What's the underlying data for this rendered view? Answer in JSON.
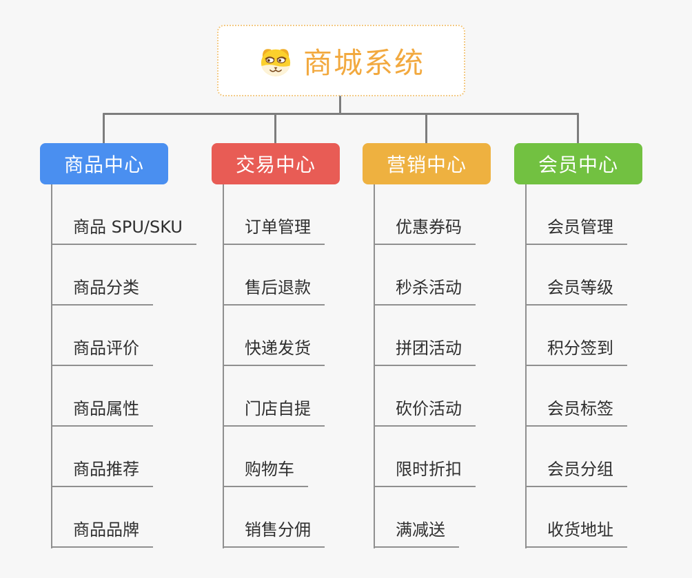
{
  "root": {
    "title": "商城系统",
    "icon": "dog-face-icon"
  },
  "branches": [
    {
      "label": "商品中心",
      "color": "#4a8ff0",
      "items": [
        "商品 SPU/SKU",
        "商品分类",
        "商品评价",
        "商品属性",
        "商品推荐",
        "商品品牌"
      ]
    },
    {
      "label": "交易中心",
      "color": "#e85c55",
      "items": [
        "订单管理",
        "售后退款",
        "快递发货",
        "门店自提",
        "购物车",
        "销售分佣"
      ]
    },
    {
      "label": "营销中心",
      "color": "#eeb140",
      "items": [
        "优惠券码",
        "秒杀活动",
        "拼团活动",
        "砍价活动",
        "限时折扣",
        "满减送"
      ]
    },
    {
      "label": "会员中心",
      "color": "#72c141",
      "items": [
        "会员管理",
        "会员等级",
        "积分签到",
        "会员标签",
        "会员分组",
        "收货地址"
      ]
    }
  ],
  "colors": {
    "background": "#f7f7f7",
    "connector": "#7d7d7d",
    "underline": "#8f8f8f",
    "root_text": "#f2a93f",
    "root_border": "#f3c983",
    "item_text": "#2f2f2f"
  }
}
